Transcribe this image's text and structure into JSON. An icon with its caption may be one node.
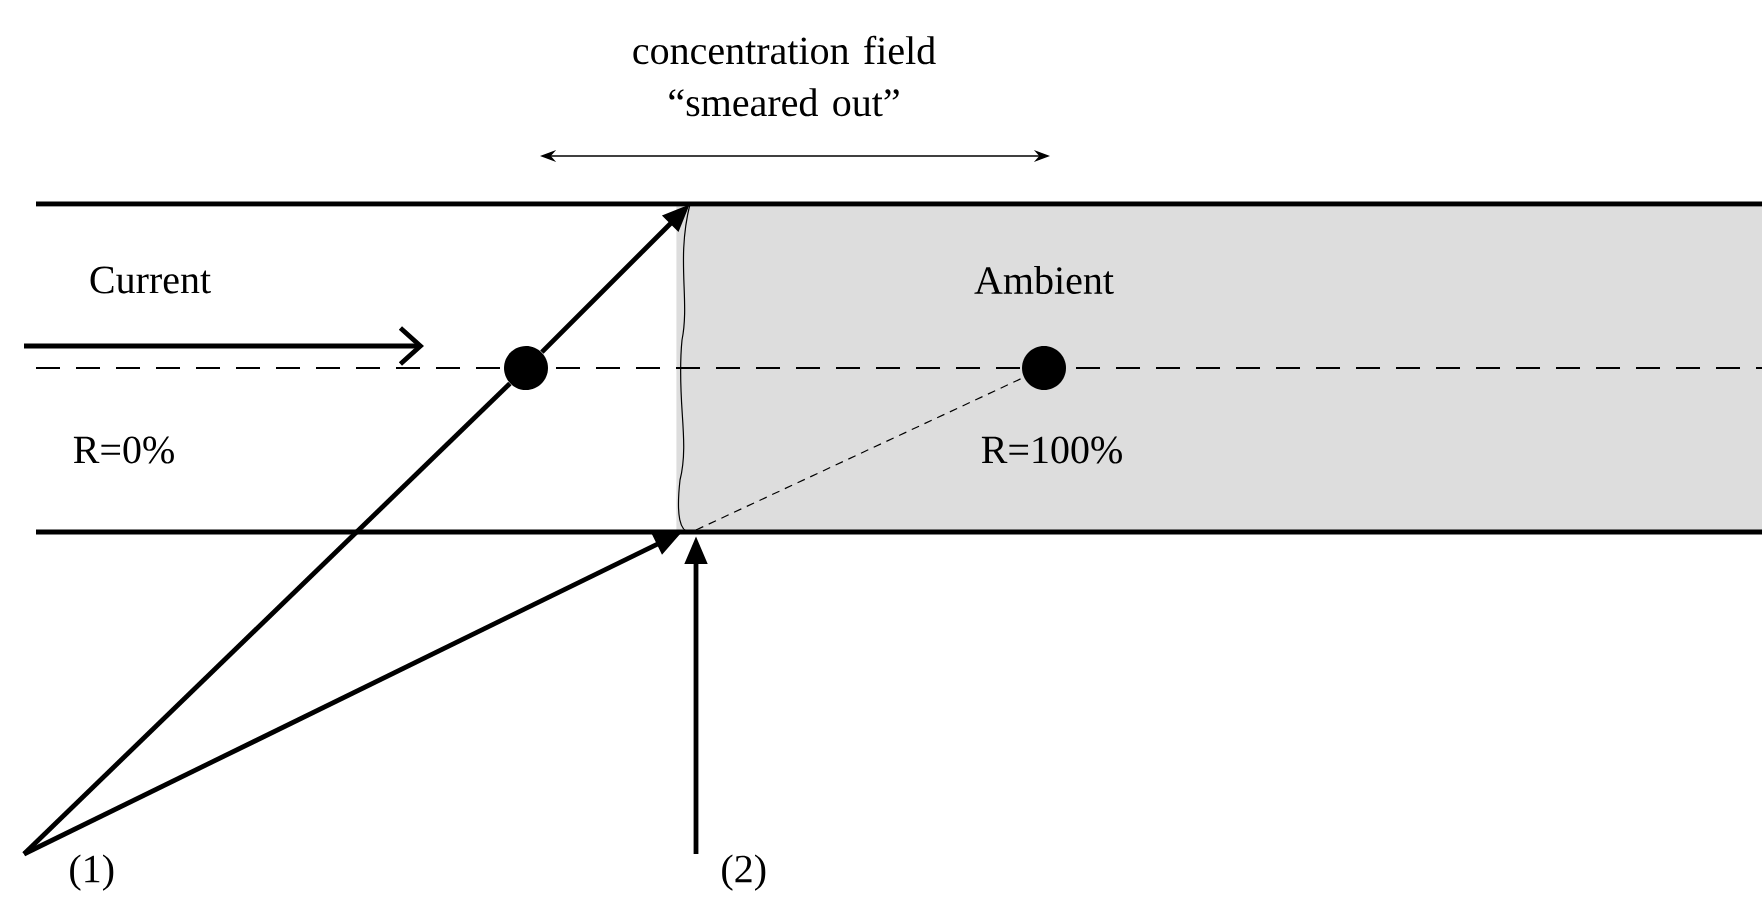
{
  "diagram": {
    "nodes": [
      {
        "text": [
          "Ambient",
          "R=100%"
        ]
      },
      {
        "text": [
          "(1)"
        ]
      },
      {
        "text": [
          "(2)"
        ]
      },
      {
        "text": [],
        "shape": "circle"
      },
      {
        "text": [],
        "shape": "circle",
        "in": 0
      }
    ],
    "edges": [
      {
        "from": 1,
        "to": 3,
        "arrow": "none"
      },
      {
        "from": 3,
        "to": 0,
        "arrow": "to"
      },
      {
        "from": 1,
        "to": 0,
        "arrow": "to"
      },
      {
        "from": 2,
        "to": 0,
        "arrow": "to"
      },
      {
        "from": 0,
        "to": 4,
        "arrow": "none",
        "style": "dashed"
      }
    ],
    "labels": [
      "concentration field “smeared out”",
      "Current",
      "R=0%"
    ]
  }
}
